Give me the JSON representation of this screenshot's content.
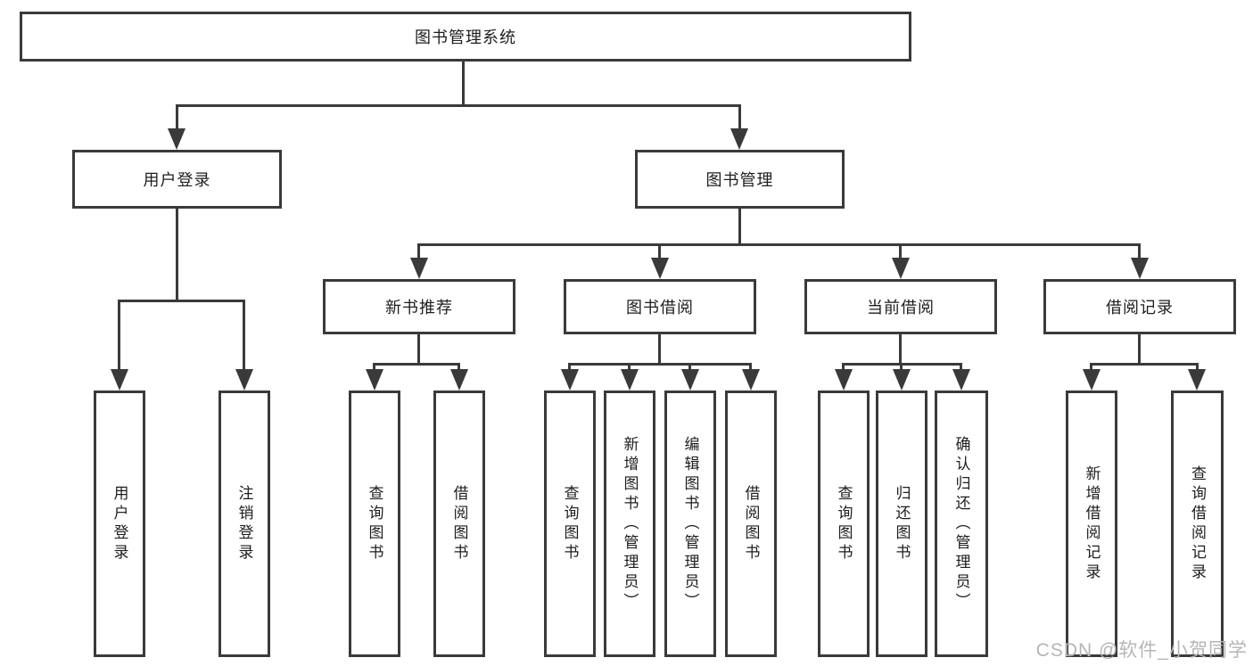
{
  "diagram": {
    "type": "hierarchy-tree",
    "colors": {
      "line": "#3a3a3a",
      "box_border": "#3a3a3a",
      "text": "#1e1e1e",
      "background": "#ffffff",
      "watermark": "#b5b5b5"
    },
    "root": "图书管理系统",
    "branches": {
      "user_login": {
        "label": "用户登录",
        "children": [
          "用户登录",
          "注销登录"
        ]
      },
      "book_mgmt": {
        "label": "图书管理",
        "sections": {
          "new_books": {
            "label": "新书推荐",
            "children": [
              "查询图书",
              "借阅图书"
            ]
          },
          "book_borrow": {
            "label": "图书借阅",
            "children": [
              "查询图书",
              "新增图书（管理员）",
              "编辑图书（管理员）",
              "借阅图书"
            ]
          },
          "current_borrow": {
            "label": "当前借阅",
            "children": [
              "查询图书",
              "归还图书",
              "确认归还（管理员）"
            ]
          },
          "borrow_records": {
            "label": "借阅记录",
            "children": [
              "新增借阅记录",
              "查询借阅记录"
            ]
          }
        }
      }
    }
  },
  "watermark": "CSDN @软件_小贺同学"
}
